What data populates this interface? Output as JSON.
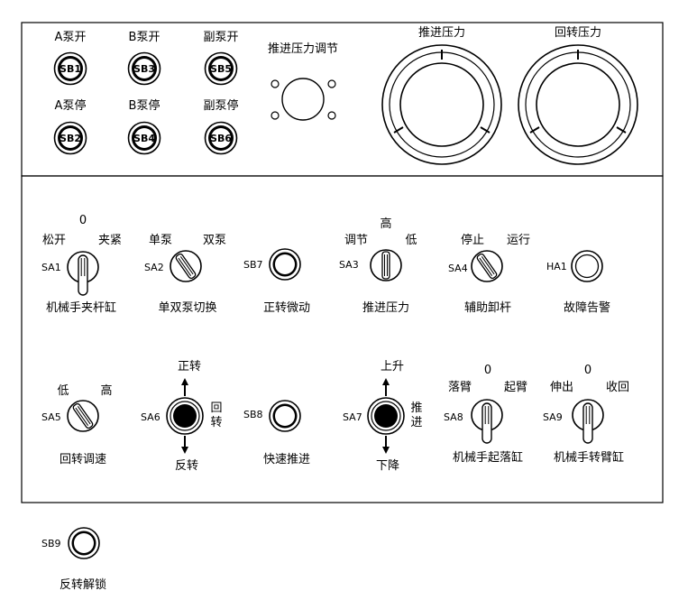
{
  "top_panel": {
    "pump_buttons": [
      {
        "label": "A泵开",
        "code": "SB1"
      },
      {
        "label": "B泵开",
        "code": "SB3"
      },
      {
        "label": "副泵开",
        "code": "SB5"
      },
      {
        "label": "A泵停",
        "code": "SB2"
      },
      {
        "label": "B泵停",
        "code": "SB4"
      },
      {
        "label": "副泵停",
        "code": "SB6"
      }
    ],
    "pressure_adjust_label": "推进压力调节",
    "gauges": [
      {
        "label": "推进压力"
      },
      {
        "label": "回转压力"
      }
    ]
  },
  "middle_panel": {
    "row1": {
      "sa1": {
        "code": "SA1",
        "zero": "0",
        "left": "松开",
        "right": "夹紧",
        "caption": "机械手夹杆缸"
      },
      "sa2": {
        "code": "SA2",
        "left": "单泵",
        "right": "双泵",
        "caption": "单双泵切换"
      },
      "sb7": {
        "code": "SB7",
        "caption": "正转微动"
      },
      "sa3": {
        "code": "SA3",
        "top": "高",
        "left": "调节",
        "right": "低",
        "caption": "推进压力"
      },
      "sa4": {
        "code": "SA4",
        "left": "停止",
        "right": "运行",
        "caption": "辅助卸杆"
      },
      "ha1": {
        "code": "HA1",
        "caption": "故障告警"
      }
    },
    "row2": {
      "sa5": {
        "code": "SA5",
        "left": "低",
        "right": "高",
        "caption": "回转调速"
      },
      "sa6": {
        "code": "SA6",
        "top": "正转",
        "bottom": "反转",
        "side1": "回",
        "side2": "转"
      },
      "sb8": {
        "code": "SB8",
        "caption": "快速推进"
      },
      "sa7": {
        "code": "SA7",
        "top": "上升",
        "bottom": "下降",
        "side1": "推",
        "side2": "进"
      },
      "sa8": {
        "code": "SA8",
        "zero": "0",
        "left": "落臂",
        "right": "起臂",
        "caption": "机械手起落缸"
      },
      "sa9": {
        "code": "SA9",
        "zero": "0",
        "left": "伸出",
        "right": "收回",
        "caption": "机械手转臂缸"
      }
    }
  },
  "bottom": {
    "sb9": {
      "code": "SB9",
      "caption": "反转解锁"
    }
  }
}
